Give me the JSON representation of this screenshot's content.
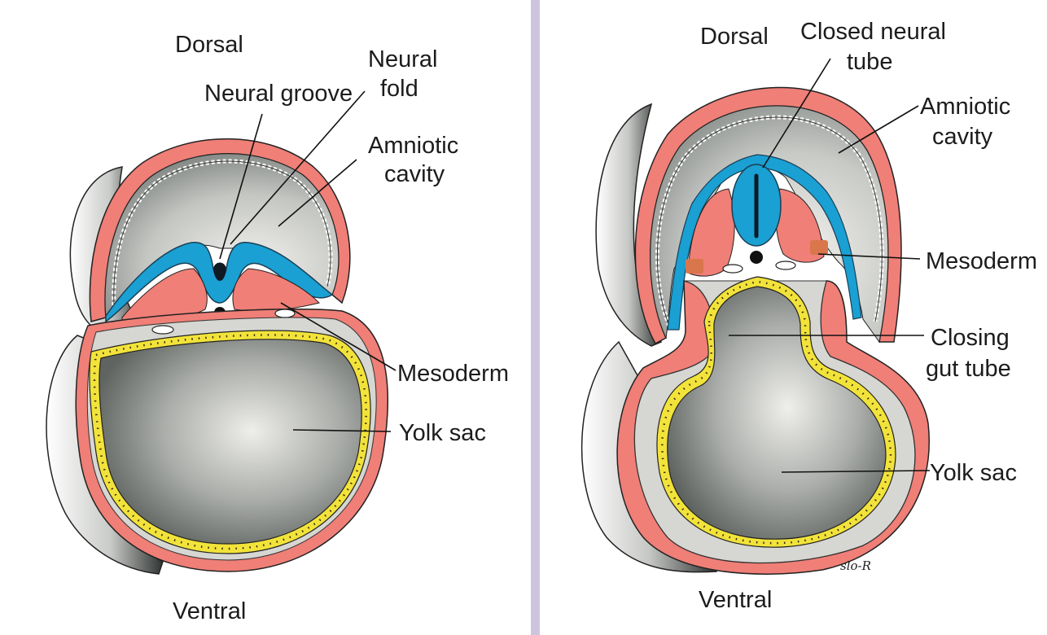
{
  "colors": {
    "background": "#ffffff",
    "divider": "#cdc5dd",
    "ectoderm": "#ef7f77",
    "neural": "#1aa0d2",
    "endoderm": "#f2e33a",
    "mesoderm_deep": "#d9764c",
    "embryo_shade": "#5c6360"
  },
  "left_panel": {
    "dorsal": "Dorsal",
    "ventral": "Ventral",
    "neural_groove": "Neural groove",
    "neural_fold": [
      "Neural",
      "fold"
    ],
    "amniotic_cavity": [
      "Amniotic",
      "cavity"
    ],
    "mesoderm": "Mesoderm",
    "yolk_sac": "Yolk sac"
  },
  "right_panel": {
    "dorsal": "Dorsal",
    "ventral": "Ventral",
    "closed_neural_tube": [
      "Closed neural",
      "tube"
    ],
    "amniotic_cavity": [
      "Amniotic",
      "cavity"
    ],
    "mesoderm": "Mesoderm",
    "closing_gut_tube": [
      "Closing",
      "gut tube"
    ],
    "yolk_sac": "Yolk sac",
    "signature": "slo-R"
  }
}
